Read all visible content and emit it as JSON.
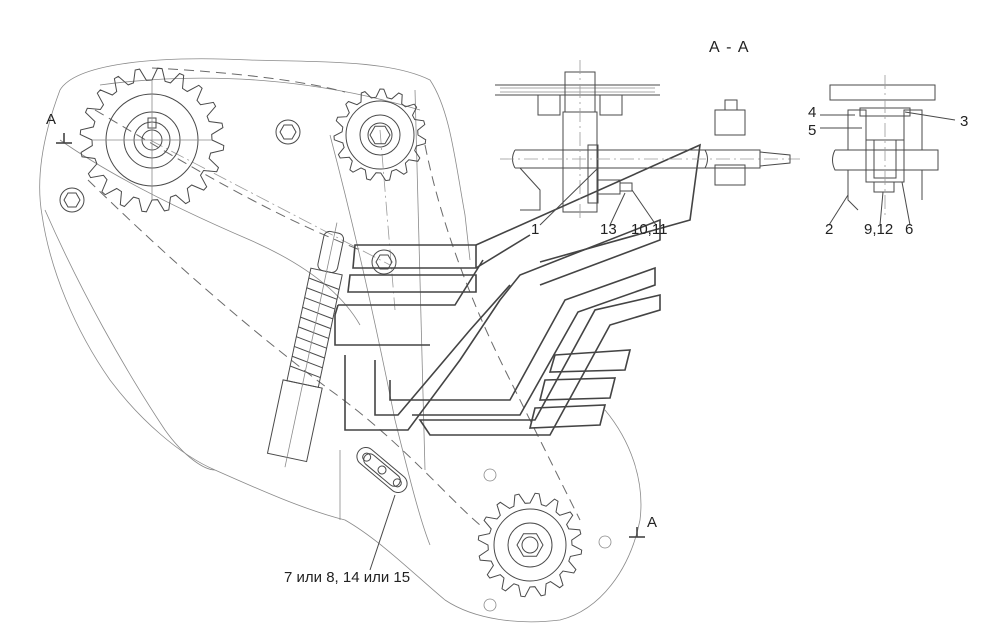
{
  "drawing": {
    "section_title": "А - А",
    "section_marks": [
      "А",
      "А"
    ],
    "callouts": {
      "c1": "1",
      "c13": "13",
      "c10_11": "10,11",
      "c2": "2",
      "c9_12": "9,12",
      "c6": "6",
      "c4": "4",
      "c5": "5",
      "c3": "3",
      "chain": "7 или 8, 14 или 15"
    }
  },
  "colors": {
    "line": "#4a4a4a",
    "light_line": "#8a8a8a",
    "background": "#ffffff"
  },
  "icons": [
    "sprocket-top",
    "sprocket-bottom",
    "tensioner-sprocket",
    "spring-tensioner",
    "chain-link",
    "watermark-logo"
  ]
}
